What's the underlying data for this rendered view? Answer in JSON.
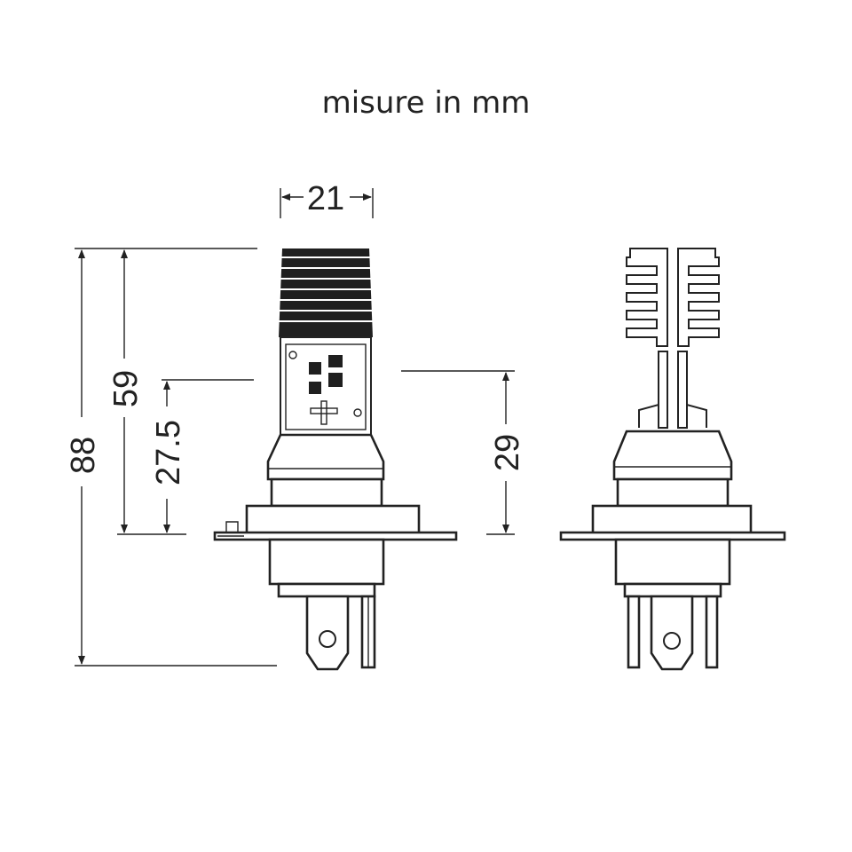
{
  "title": "misure in mm",
  "dimensions": {
    "width_top": "21",
    "total_height": "88",
    "height_59": "59",
    "height_27_5": "27.5",
    "height_29": "29"
  },
  "colors": {
    "line": "#222222",
    "background": "#ffffff"
  }
}
